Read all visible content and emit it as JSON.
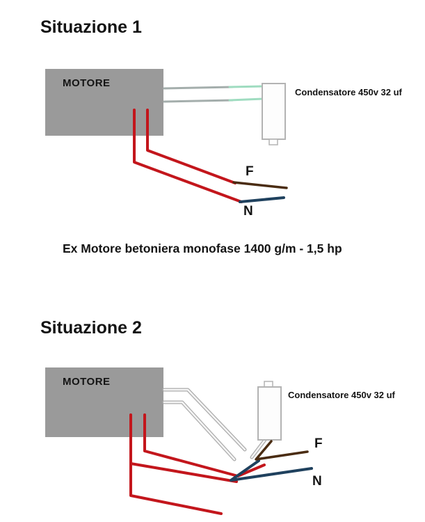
{
  "diagram": {
    "situation1": {
      "title": "Situazione 1",
      "motor_label": "MOTORE",
      "capacitor_label": "Condensatore 450v 32 uf",
      "phase_label": "F",
      "neutral_label": "N",
      "caption": "Ex Motore betoniera monofase 1400 g/m - 1,5 hp"
    },
    "situation2": {
      "title": "Situazione 2",
      "motor_label": "MOTORE",
      "capacitor_label": "Condensatore 450v 32 uf",
      "phase_label": "F",
      "neutral_label": "N"
    },
    "colors": {
      "background": "#ffffff",
      "motor_fill": "#9a9a9a",
      "wire_red": "#c3161c",
      "wire_green": "#9fdcc0",
      "wire_gray": "#a4aeac",
      "wire_white": "#f4f4f4",
      "wire_white_edge": "#ababab",
      "wire_brown": "#4a2c12",
      "wire_blue": "#1f415e",
      "capacitor_stroke": "#b3b3b3",
      "text": "#141414"
    }
  }
}
